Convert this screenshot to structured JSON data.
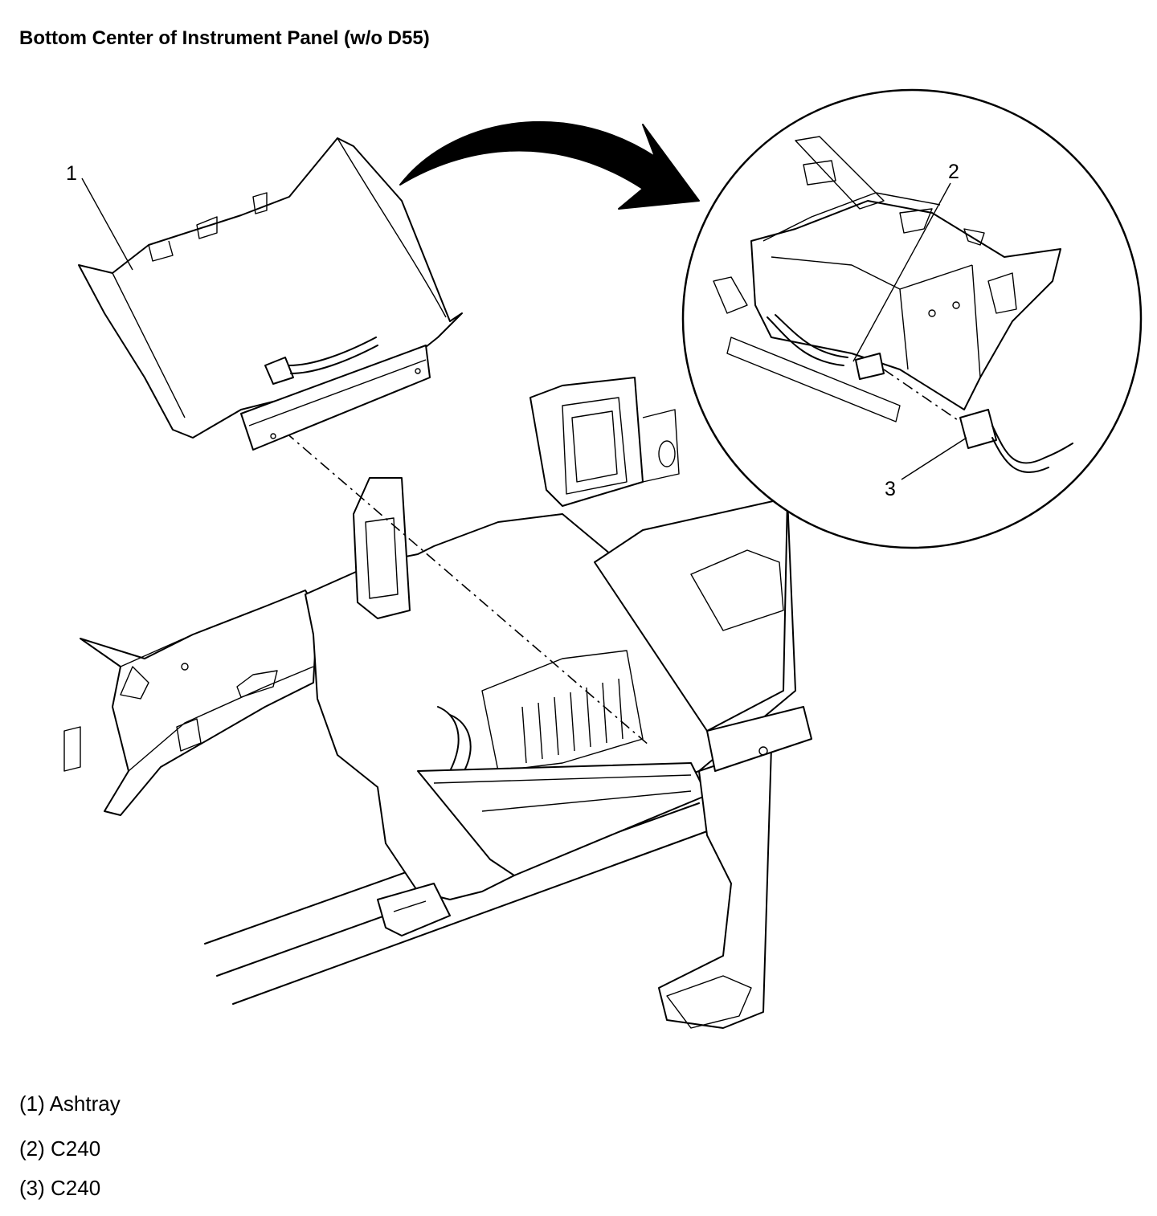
{
  "title": "Bottom Center of Instrument Panel (w/o D55)",
  "callouts": [
    {
      "number": "1",
      "name": "Ashtray"
    },
    {
      "number": "2",
      "name": "C240"
    },
    {
      "number": "3",
      "name": "C240"
    }
  ],
  "legend": [
    "(1) Ashtray",
    "(2) C240",
    "(3) C240"
  ]
}
